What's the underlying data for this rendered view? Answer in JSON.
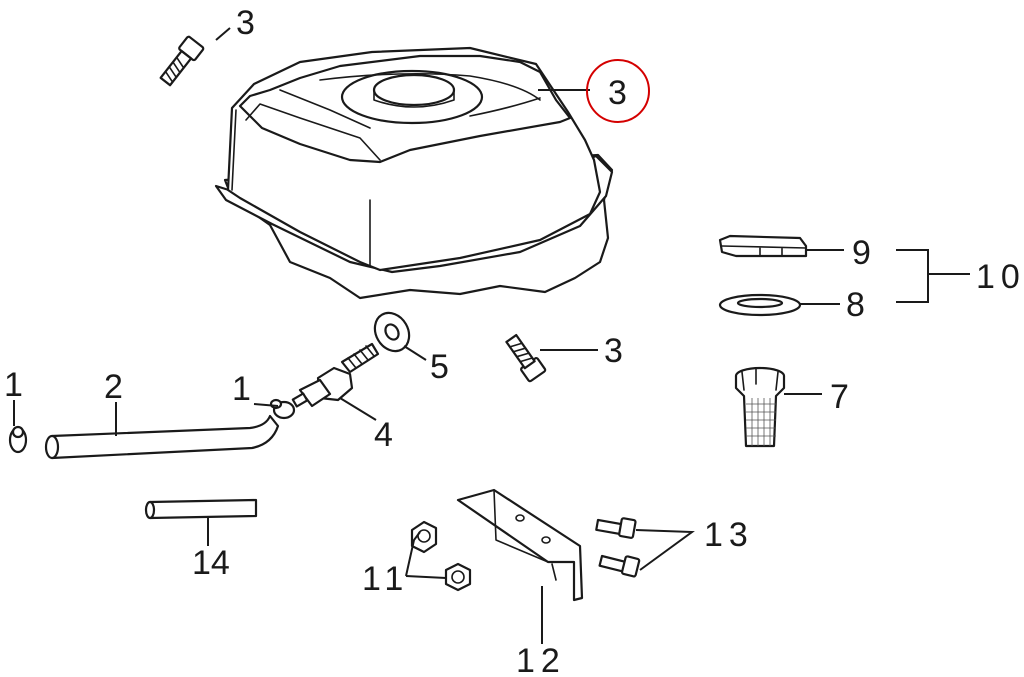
{
  "diagram": {
    "highlight_color": "#d40000",
    "line_color": "#1a1a1a",
    "callouts": {
      "c1a": "1",
      "c1b": "1",
      "c2": "2",
      "c3_bolt_top": "3",
      "c3_tank": "3",
      "c3_bolt_mid": "3",
      "c4": "4",
      "c5": "5",
      "c7": "7",
      "c8": "8",
      "c9": "9",
      "c10": "10",
      "c11": "11",
      "c12": "12",
      "c13": "13",
      "c14": "14"
    }
  }
}
